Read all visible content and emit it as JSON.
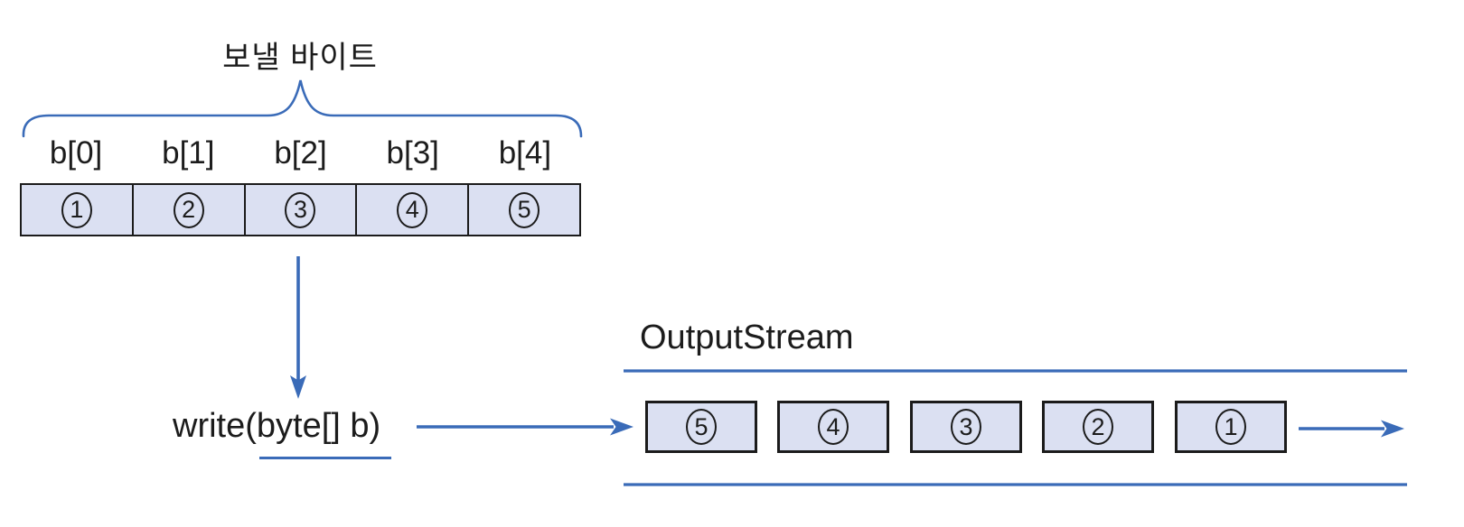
{
  "caption": "보낼 바이트",
  "byte_array": {
    "labels": [
      "b[0]",
      "b[1]",
      "b[2]",
      "b[3]",
      "b[4]"
    ],
    "cells": [
      "1",
      "2",
      "3",
      "4",
      "5"
    ]
  },
  "method_call": {
    "label": "write(byte[] b)",
    "underlined_part": "byte[] b"
  },
  "output_stream": {
    "title": "OutputStream",
    "cells": [
      "5",
      "4",
      "3",
      "2",
      "1"
    ]
  },
  "colors": {
    "accent_blue": "#3a6bb8",
    "cell_fill": "#dbe0f2",
    "border_black": "#1b1b1b",
    "text_black": "#1c1c1c"
  }
}
